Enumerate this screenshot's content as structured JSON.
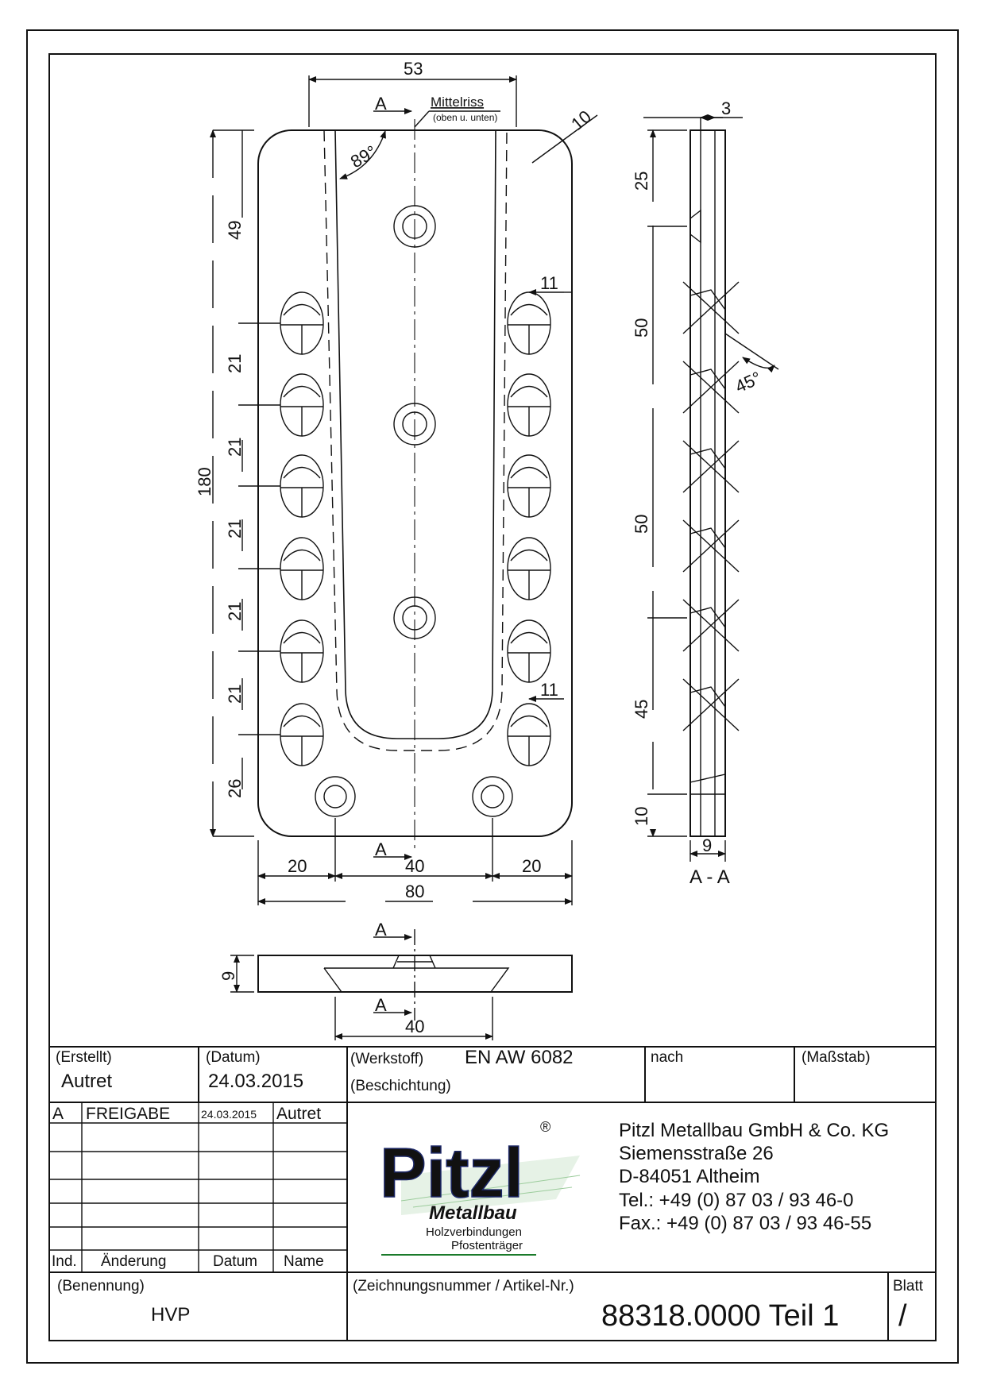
{
  "dimensions": {
    "top_width": "53",
    "mittelriss": "Mittelriss",
    "mittelriss_note": "(oben u. unten)",
    "angle_89": "89°",
    "radius": "10",
    "d49": "49",
    "d21a": "21",
    "d21b": "21",
    "d21c": "21",
    "d21d": "21",
    "d21e": "21",
    "d26": "26",
    "d180": "180",
    "d11a": "11",
    "d11b": "11",
    "d20a": "20",
    "d40": "40",
    "d20b": "20",
    "d80": "80",
    "d9": "9",
    "d40b": "40",
    "sec_3": "3",
    "sec_25": "25",
    "sec_50a": "50",
    "sec_50b": "50",
    "sec_45": "45",
    "sec_10": "10",
    "sec_9": "9",
    "angle_45": "45°",
    "section_label": "A - A",
    "cut_a": "A"
  },
  "title_block": {
    "erstellt_label": "(Erstellt)",
    "erstellt_value": "Autret",
    "datum_label": "(Datum)",
    "datum_value": "24.03.2015",
    "werkstoff_label": "(Werkstoff)",
    "werkstoff_value": "EN AW 6082",
    "beschichtung_label": "(Beschichtung)",
    "nach_label": "nach",
    "massstab_label": "(Maßstab)",
    "revision": {
      "index": "A",
      "change": "FREIGABE",
      "date": "24.03.2015",
      "name": "Autret"
    },
    "col_ind": "Ind.",
    "col_aenderung": "Änderung",
    "col_datum": "Datum",
    "col_name": "Name",
    "benennung_label": "(Benennung)",
    "benennung_value": "HVP",
    "zeichnung_label": "(Zeichnungsnummer / Artikel-Nr.)",
    "zeichnung_value": "88318.0000 Teil 1",
    "blatt_label": "Blatt",
    "blatt_value": "/"
  },
  "company": {
    "logo_text": "Pitzl",
    "logo_registered": "®",
    "logo_sub": "Metallbau",
    "logo_tag1": "Holzverbindungen",
    "logo_tag2": "Pfostenträger",
    "name": "Pitzl Metallbau GmbH & Co. KG",
    "street": "Siemensstraße 26",
    "city": "D-84051 Altheim",
    "tel": "Tel.:  +49 (0) 87 03 / 93 46-0",
    "fax": "Fax.: +49 (0) 87 03 / 93 46-55",
    "brand_color": "#2b3a8f",
    "accent_color": "#1a7a2a"
  }
}
